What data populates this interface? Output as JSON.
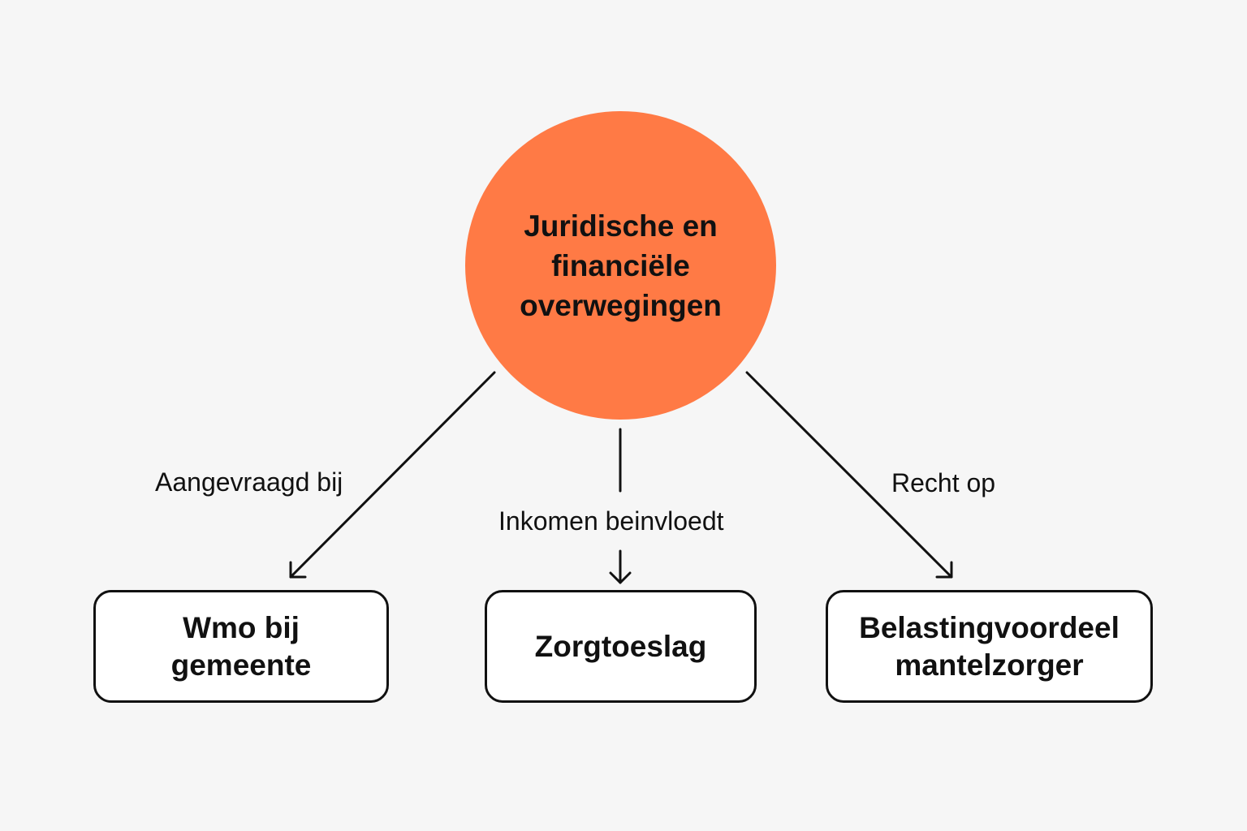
{
  "center": {
    "label": "Juridische en financiële overwegingen",
    "color": "#ff7a45"
  },
  "nodes": [
    {
      "id": "wmo",
      "label": "Wmo bij gemeente"
    },
    {
      "id": "zorgtoeslag",
      "label": "Zorgtoeslag"
    },
    {
      "id": "belasting",
      "label": "Belastingvoordeel mantelzorger"
    }
  ],
  "edges": [
    {
      "from": "center",
      "to": "wmo",
      "label": "Aangevraagd bij"
    },
    {
      "from": "center",
      "to": "zorgtoeslag",
      "label": "Inkomen beinvloedt"
    },
    {
      "from": "center",
      "to": "belasting",
      "label": "Recht op"
    }
  ],
  "colors": {
    "background": "#f6f6f6",
    "line": "#111111",
    "box_fill": "#ffffff"
  }
}
